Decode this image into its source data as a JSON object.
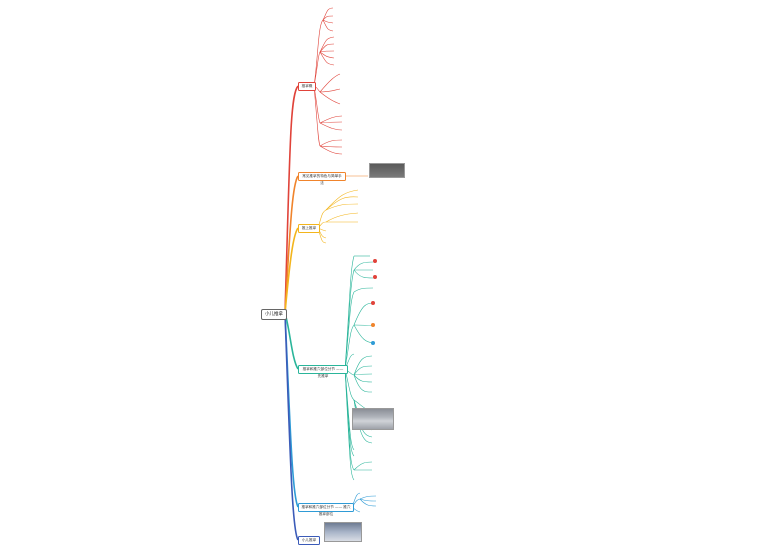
{
  "root": {
    "label": "小儿推拿"
  },
  "branches": [
    {
      "id": "b1",
      "label": "推拿概",
      "color": "#e0433a"
    },
    {
      "id": "b2",
      "label": "常见推拿的特色与简单手法",
      "color": "#f0842c"
    },
    {
      "id": "b3",
      "label": "推上推拿",
      "color": "#f3b51c"
    },
    {
      "id": "b4",
      "label": "推拿和推穴部位分节 —— 先推拿",
      "color": "#2ab59a"
    },
    {
      "id": "b5",
      "label": "推拿和推穴部位分节 —— 推穴推拿部位",
      "color": "#2f9bd6"
    },
    {
      "id": "b6",
      "label": "小儿推拿",
      "color": "#3b5bb8"
    }
  ],
  "colors": {
    "red": "#e0433a",
    "orange": "#f0842c",
    "yellow": "#f3b51c",
    "green": "#2ab59a",
    "cyan": "#2f9bd6",
    "blue": "#3b5bb8"
  }
}
